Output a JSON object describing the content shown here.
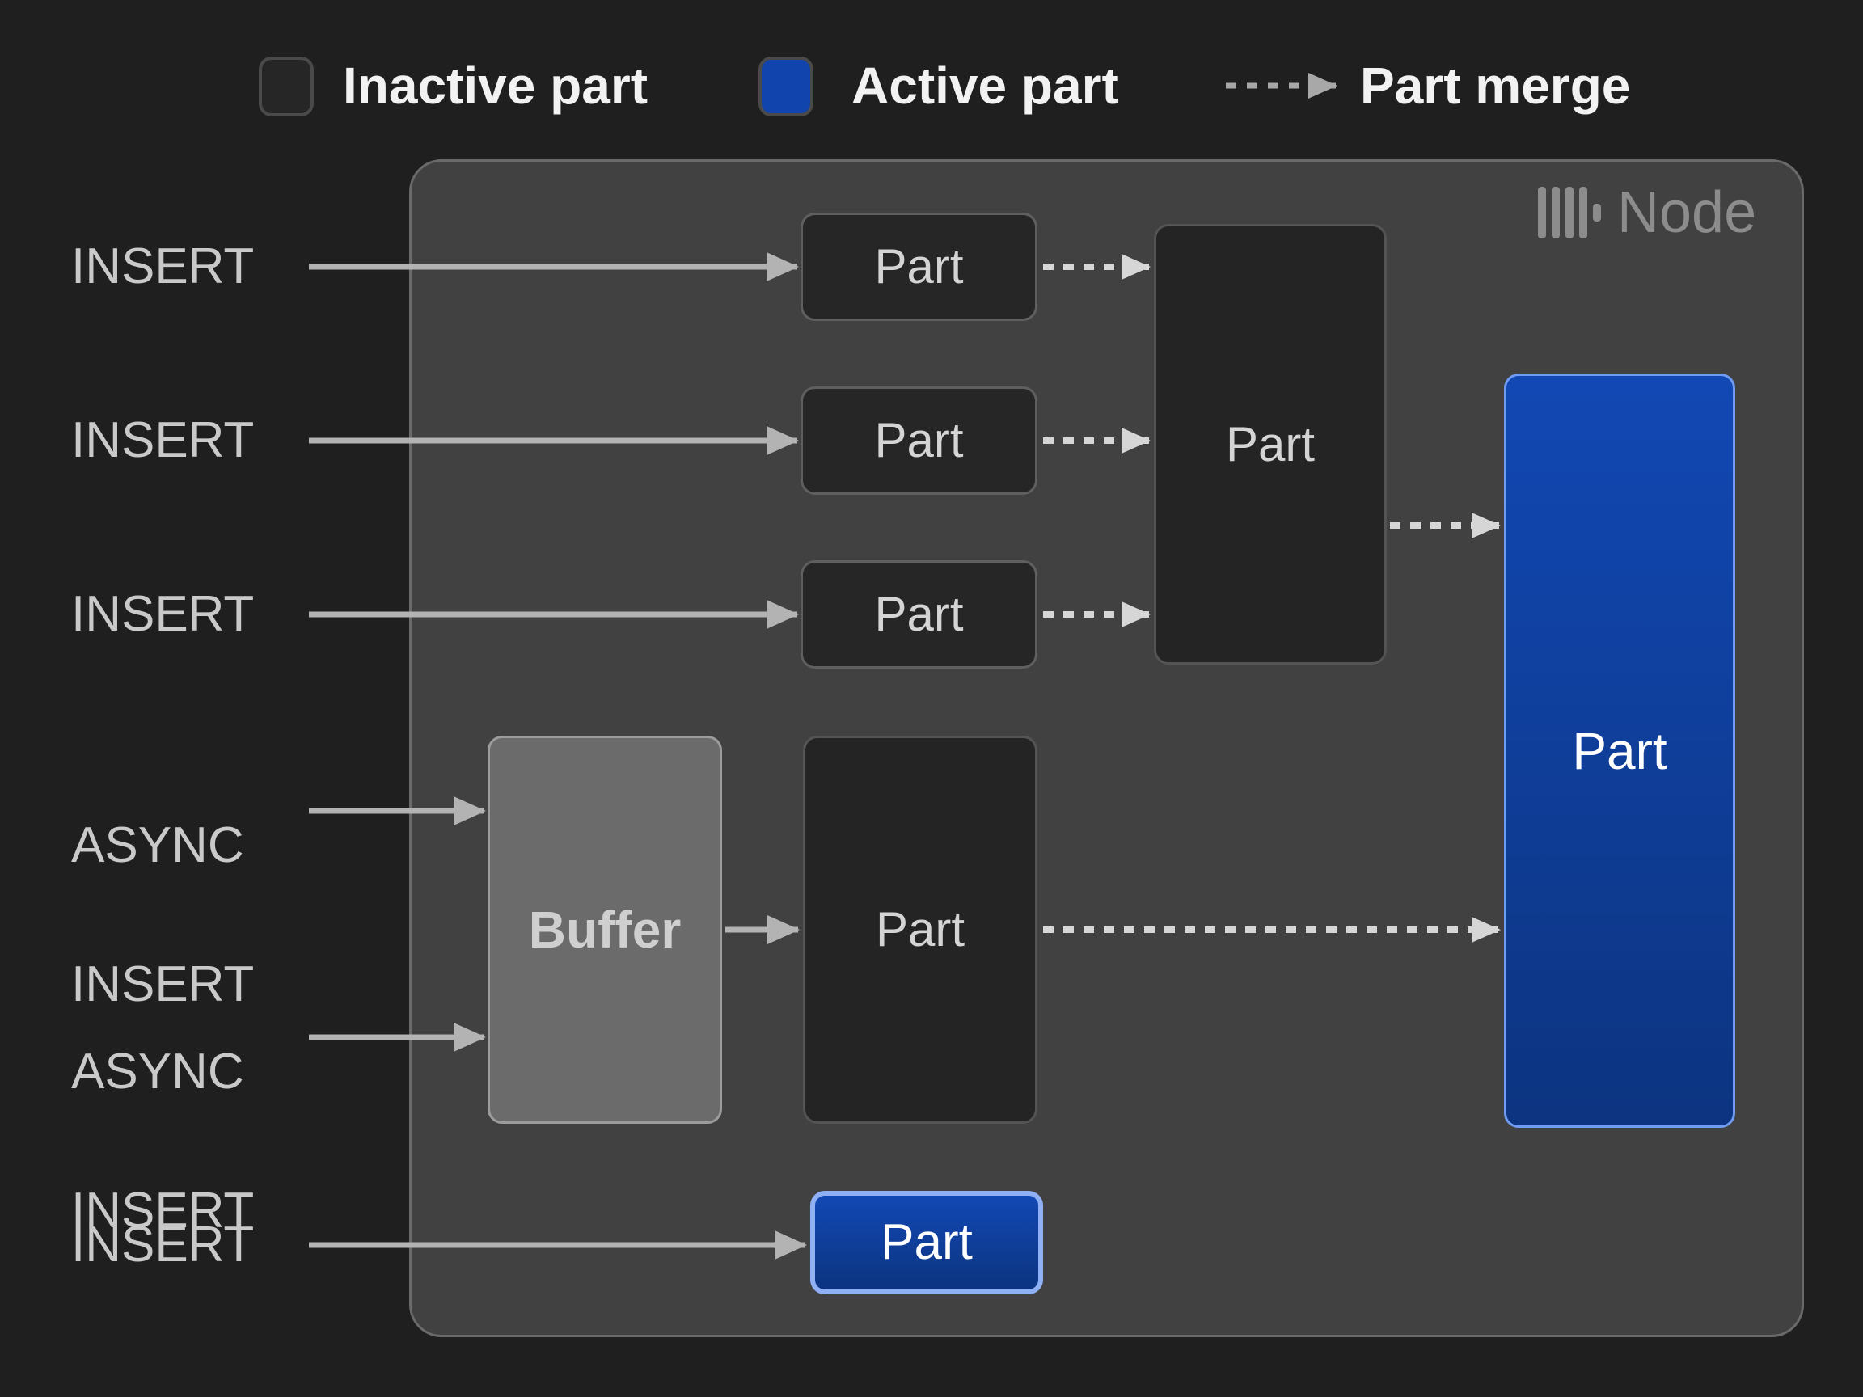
{
  "legend": {
    "inactive_label": "Inactive part",
    "active_label": "Active part",
    "merge_label": "Part merge"
  },
  "node": {
    "title": "Node"
  },
  "labels": {
    "insert_1": "INSERT",
    "insert_2": "INSERT",
    "insert_3": "INSERT",
    "async_1": [
      "ASYNC",
      "INSERT"
    ],
    "async_2": [
      "ASYNC",
      "INSERT"
    ],
    "insert_bottom": "INSERT"
  },
  "boxes": {
    "part_1": "Part",
    "part_2": "Part",
    "part_3": "Part",
    "part_merge": "Part",
    "buffer": "Buffer",
    "part_async": "Part",
    "part_active_big": "Part",
    "part_active_small": "Part"
  },
  "colors": {
    "page_bg": "#1f1f1f",
    "node_bg": "#414141",
    "node_border": "#6a6a6a",
    "node_title": "#8c8c8c",
    "inactive_fill": "#262626",
    "inactive_border": "#5f5f5f",
    "merge_fill": "#242424",
    "merge_border": "#545454",
    "buffer_fill": "#6b6b6b",
    "buffer_border": "#9c9c9c",
    "buffer_text": "#cfcfcf",
    "active_top": "#1248b4",
    "active_bottom": "#0c3480",
    "active_border_big": "#6f9cf2",
    "active_border_small": "#8fb0f4",
    "legend_active": "#1244ad",
    "legend_swatch_border": "#4a4a4a",
    "legend_text": "#f2f2f2",
    "insert_text": "#c9c9c9",
    "part_text": "#d4d4d4",
    "part_text_active": "#ffffff",
    "arrow_solid": "#b3b3b3",
    "arrow_dash": "#d6d6d6",
    "arrow_legend": "#a8a8a8"
  }
}
